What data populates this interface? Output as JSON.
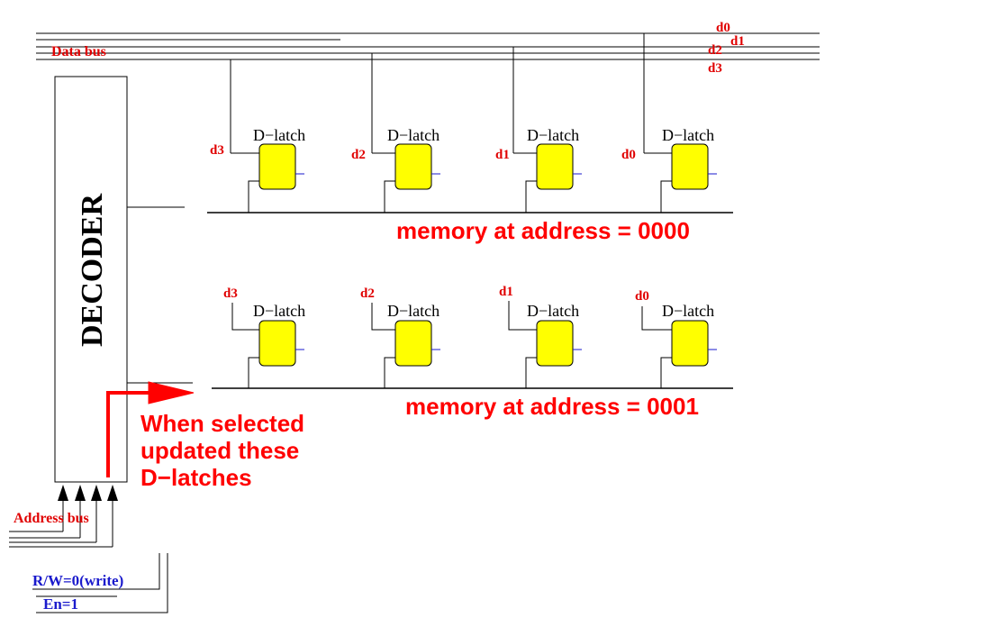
{
  "data_bus": {
    "label": "Data bus",
    "lines": [
      "d0",
      "d1",
      "d2",
      "d3"
    ]
  },
  "decoder": {
    "label": "DECODER"
  },
  "rows": [
    {
      "caption": "memory at address = 0000",
      "latches": [
        {
          "title": "D−latch",
          "input": "d3"
        },
        {
          "title": "D−latch",
          "input": "d2"
        },
        {
          "title": "D−latch",
          "input": "d1"
        },
        {
          "title": "D−latch",
          "input": "d0"
        }
      ]
    },
    {
      "caption": "memory at address = 0001",
      "latches": [
        {
          "title": "D−latch",
          "input": "d3"
        },
        {
          "title": "D−latch",
          "input": "d2"
        },
        {
          "title": "D−latch",
          "input": "d1"
        },
        {
          "title": "D−latch",
          "input": "d0"
        }
      ]
    }
  ],
  "annotation": {
    "line1": "When selected",
    "line2": "updated these",
    "line3": "D−latches"
  },
  "address_bus": {
    "label": "Address bus"
  },
  "controls": {
    "rw": "R/W=0(write)",
    "en": "En=1"
  },
  "colors": {
    "latch_fill": "#ffff00",
    "label_red": "#e00000",
    "annotation_red": "#ff0000",
    "control_blue": "#1a1acc"
  }
}
